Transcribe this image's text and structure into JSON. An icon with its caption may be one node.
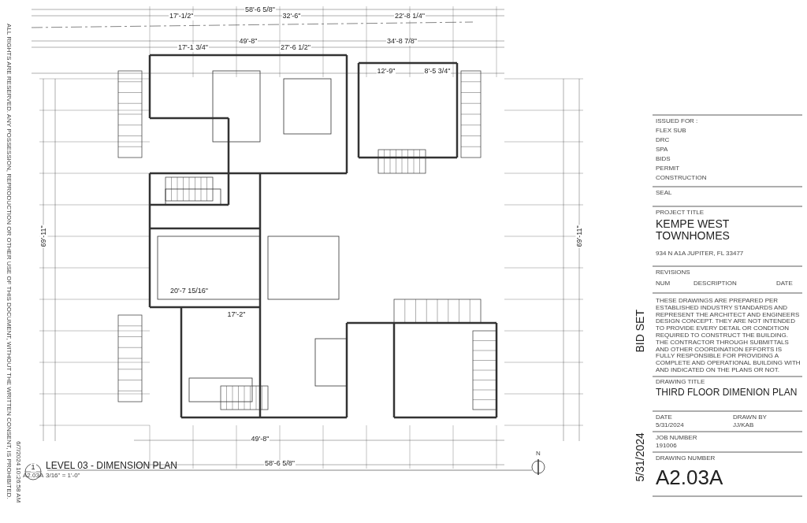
{
  "diagram": {
    "labels": [
      "58'-6 5/8\"",
      "17'-1/2\"",
      "32'-6\"",
      "22'-8 1/4\"",
      "49'-8\"",
      "34'-8 7/8\"",
      "17'-1 3/4\"",
      "27'-6 1/2\"",
      "12'-9\"",
      "8'-5 3/4\"",
      "20'-7 15/16\"",
      "17'-2\"",
      "69'-11\"",
      "69'-11\"",
      "49'-8\"",
      "58'-6 5/8\"",
      "1",
      "A2.03A",
      "LEVEL 03 - DIMENSION PLAN",
      "3/16\" = 1'-0\"",
      "N",
      "ISSUED FOR :",
      "FLEX SUB",
      "DRC",
      "SPA",
      "BIDS",
      "PERMIT",
      "CONSTRUCTION",
      "SEAL",
      "PROJECT TITLE",
      "KEMPE WEST TOWNHOMES",
      "934 N A1A JUPITER, FL 33477",
      "REVISIONS",
      "NUM",
      "DESCRIPTION",
      "DATE",
      "THESE DRAWINGS ARE PREPARED PER ESTABLISHED INDUSTRY STANDARDS AND REPRESENT THE ARCHITECT AND ENGINEERS DESIGN CONCEPT. THEY ARE NOT INTENDED TO PROVIDE EVERY DETAIL OR CONDITION REQUIRED TO CONSTRUCT THE BUILDING. THE CONTRACTOR THROUGH SUBMITTALS AND OTHER COORDINATION EFFORTS IS FULLY RESPONSIBLE FOR PROVIDING A COMPLETE AND OPERATIONAL BUILDING WITH AND INDICATED ON THE PLANS OR NOT.",
      "BID SET",
      "DRAWING TITLE",
      "THIRD FLOOR DIMENION PLAN",
      "DATE",
      "5/31/2024",
      "DRAWN BY",
      "JJ/KAB",
      "JOB NUMBER",
      "191006",
      "DRAWING NUMBER",
      "A2.03A",
      "5/31/2024",
      "ALL RIGHTS ARE RESERVED. ANY POSSESSION, REPRODUCTION OR OTHER USE OF THIS DOCUMENT, WITHOUT THE WRITTEN CONSENT, IS PROHIBITED.",
      "6/7/2024 10:26:58 AM"
    ]
  }
}
